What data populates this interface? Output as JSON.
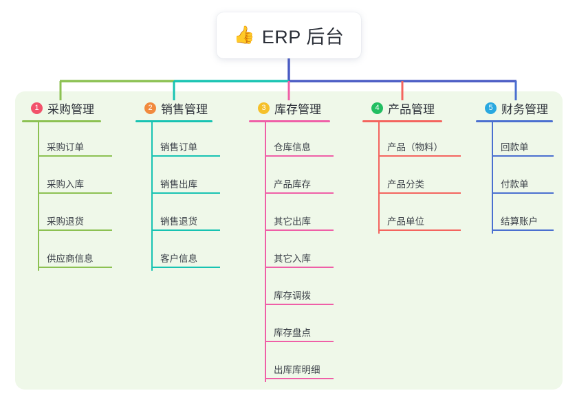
{
  "diagram": {
    "title": "ERP 后台",
    "root": {
      "icon": "thumbs-up-icon",
      "emoji": "👍",
      "label": "ERP 后台"
    },
    "panel_color": "#eff8e9",
    "trunk_color": "#4a5bc4",
    "branches": [
      {
        "number": "1",
        "title": "采购管理",
        "badge_color": "#f2526b",
        "line_color": "#8cc152",
        "items": [
          "采购订单",
          "采购入库",
          "采购退货",
          "供应商信息"
        ]
      },
      {
        "number": "2",
        "title": "销售管理",
        "badge_color": "#f18a3e",
        "line_color": "#17c3b2",
        "items": [
          "销售订单",
          "销售出库",
          "销售退货",
          "客户信息"
        ]
      },
      {
        "number": "3",
        "title": "库存管理",
        "badge_color": "#f5c02a",
        "line_color": "#ef5fa7",
        "items": [
          "仓库信息",
          "产品库存",
          "其它出库",
          "其它入库",
          "库存调拨",
          "库存盘点",
          "出库库明细"
        ]
      },
      {
        "number": "4",
        "title": "产品管理",
        "badge_color": "#22be62",
        "line_color": "#f4645e",
        "items": [
          "产品（物料）",
          "产品分类",
          "产品单位"
        ]
      },
      {
        "number": "5",
        "title": "财务管理",
        "badge_color": "#29a8e0",
        "line_color": "#4a6fd0",
        "items": [
          "回款单",
          "付款单",
          "结算账户"
        ]
      }
    ]
  }
}
